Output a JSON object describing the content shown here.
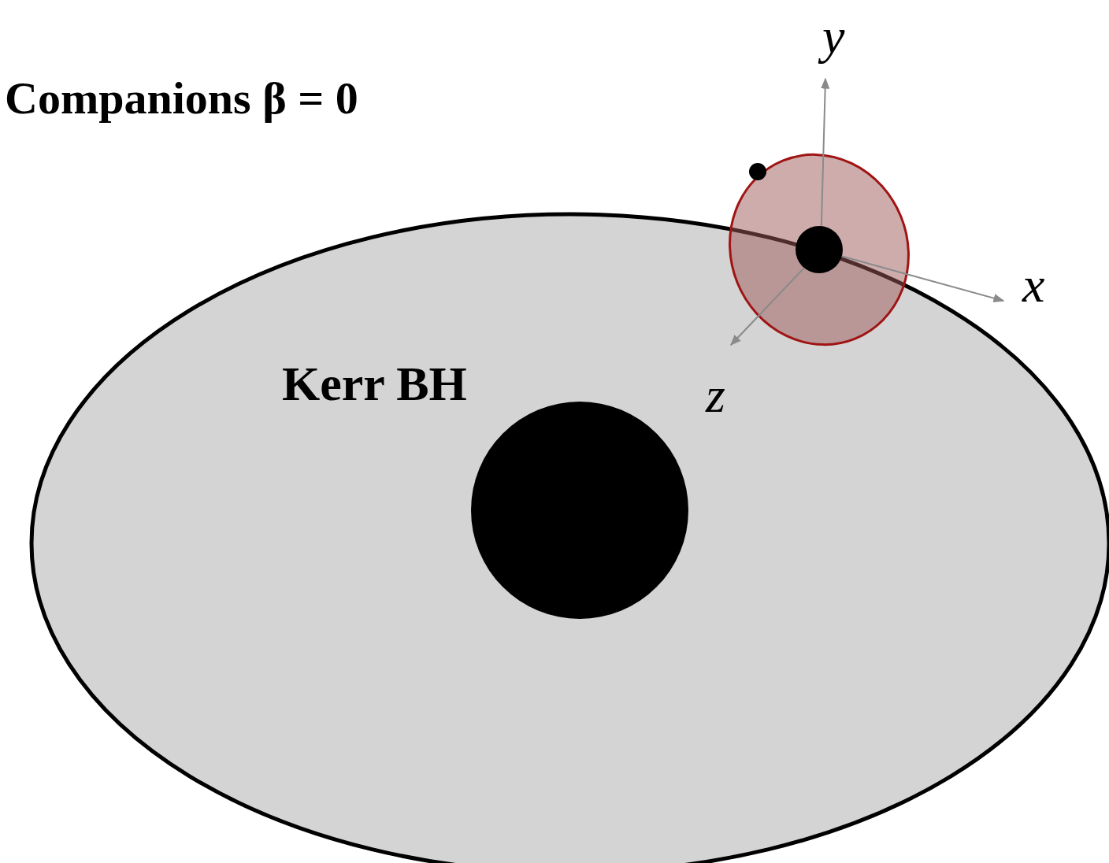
{
  "diagram": {
    "title": "Companions β = 0",
    "labels": [
      "Kerr BH",
      "y",
      "x",
      "z"
    ]
  }
}
